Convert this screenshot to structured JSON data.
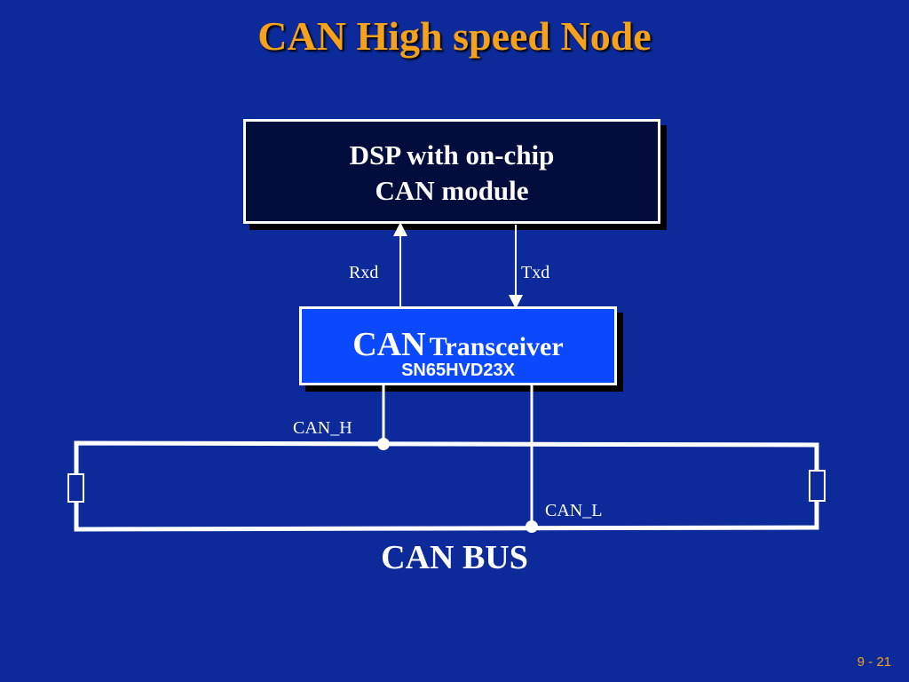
{
  "slide": {
    "title": "CAN High speed Node",
    "page_number": "9 - 21"
  },
  "diagram": {
    "dsp_box": {
      "line1": "DSP with on-chip",
      "line2": "CAN module"
    },
    "transceiver_box": {
      "can": "CAN",
      "transceiver": "Transceiver",
      "part_number": "SN65HVD23X"
    },
    "signals": {
      "rxd": "Rxd",
      "txd": "Txd",
      "can_h": "CAN_H",
      "can_l": "CAN_L"
    },
    "bus_label": "CAN BUS"
  },
  "colors": {
    "background": "#0c2a9a",
    "title": "#f5a21a",
    "dsp_fill": "#030d3d",
    "transceiver_fill": "#0b49ff",
    "wire": "#ffffff"
  }
}
